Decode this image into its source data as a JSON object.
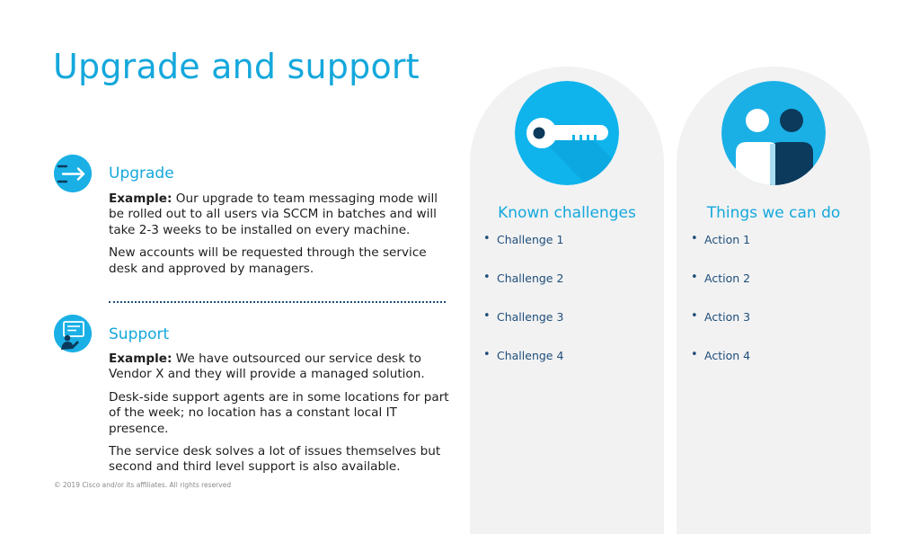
{
  "title": "Upgrade and support",
  "upgrade": {
    "icon": "arrow-lines-icon",
    "heading": "Upgrade",
    "example_label": "Example:",
    "example_text": " Our upgrade to team messaging mode will be rolled out to all users via SCCM in batches and will take 2-3 weeks to be installed on every machine.",
    "paragraph2": "New accounts will be requested through the service desk and approved by managers."
  },
  "support": {
    "icon": "presenter-board-icon",
    "heading": "Support",
    "example_label": "Example:",
    "example_text": " We have outsourced our service desk to Vendor X and they will provide a managed solution.",
    "paragraph2": "Desk-side support agents are in some locations for part of the week; no location has a constant local IT presence.",
    "paragraph3": "The service desk solves a lot of issues themselves but second and third level support is also available."
  },
  "challenges": {
    "icon": "key-icon",
    "title": "Known challenges",
    "items": [
      "Challenge 1",
      "Challenge 2",
      "Challenge 3",
      "Challenge 4"
    ]
  },
  "actions": {
    "icon": "people-icon",
    "title": "Things we can do",
    "items": [
      "Action 1",
      "Action 2",
      "Action 3",
      "Action 4"
    ]
  },
  "footer": "© 2019  Cisco and/or its affiliates. All rights reserved",
  "colors": {
    "accent": "#14a8dc",
    "icon_blue": "#1ab0e6",
    "navy": "#1f4e79",
    "panel_bg": "#f2f2f3"
  }
}
